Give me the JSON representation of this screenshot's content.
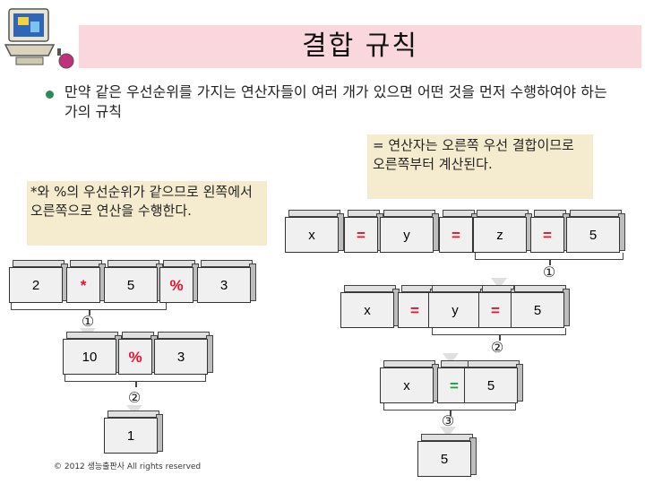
{
  "title": "결합 규칙",
  "bullet": "만약 같은 우선순위를 가지는 연산자들이 여러 개가 있으면 어떤 것을 먼저 수행하여야 하는가의 규칙",
  "note_left": "*와 %의 우선순위가 같으므로 왼쪽에서 오른쪽으로 연산을 수행한다.",
  "note_right": "= 연산자는 오른쪽 우선 결합이므로 오른쪽부터 계산된다.",
  "left": {
    "row1": [
      "2",
      "*",
      "5",
      "%",
      "3"
    ],
    "step1": "①",
    "row2": [
      "10",
      "%",
      "3"
    ],
    "step2": "②",
    "result": "1"
  },
  "right": {
    "row1": [
      "x",
      "=",
      "y",
      "=",
      "z",
      "=",
      "5"
    ],
    "step1": "①",
    "row2": [
      "x",
      "=",
      "y",
      "=",
      "5"
    ],
    "step2": "②",
    "row3": [
      "x",
      "=",
      "5"
    ],
    "step3": "③",
    "result": "5"
  },
  "footer": "© 2012 생능출판사 All rights reserved",
  "colors": {
    "title_bg": "#f9d7dc",
    "note_bg": "#f5ecd0",
    "operator_red": "#e8102b",
    "operator_green": "#14a538"
  },
  "icons": [
    "computer-icon",
    "bullet-dot-icon"
  ]
}
